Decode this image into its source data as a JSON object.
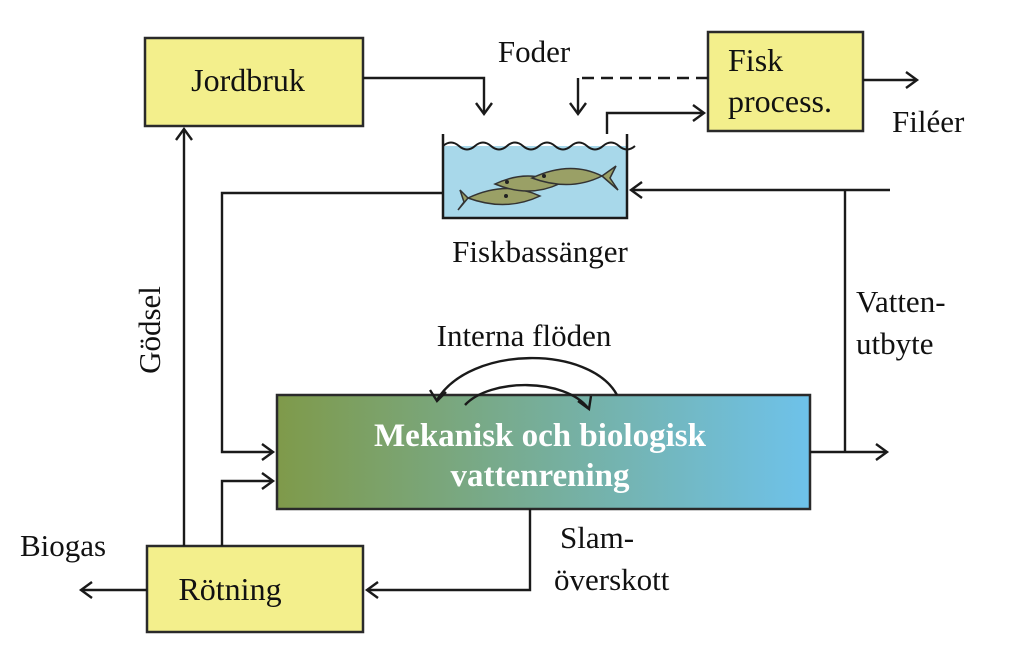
{
  "colors": {
    "box_fill": "#f3ef8c",
    "box_stroke": "#2a2a2a",
    "tank_water": "#a8d8ea",
    "fish": "#9aa066",
    "purifier_left": "#7f9a4a",
    "purifier_right": "#6ec2ea",
    "purifier_text": "#ffffff"
  },
  "boxes": {
    "jordbruk": "Jordbruk",
    "fisk_process_line1": "Fisk",
    "fisk_process_line2": "process.",
    "rotning": "Rötning"
  },
  "tank": {
    "label": "Fiskbassänger",
    "icon": "fish-tank-icon"
  },
  "purifier": {
    "line1": "Mekanisk och biologisk",
    "line2": "vattenrening"
  },
  "labels": {
    "foder": "Foder",
    "fileer": "Filéer",
    "godsel": "Gödsel",
    "vatten_line1": "Vatten-",
    "vatten_line2": "utbyte",
    "interna": "Interna flöden",
    "biogas": "Biogas",
    "slam_line1": "Slam-",
    "slam_line2": "överskott"
  }
}
